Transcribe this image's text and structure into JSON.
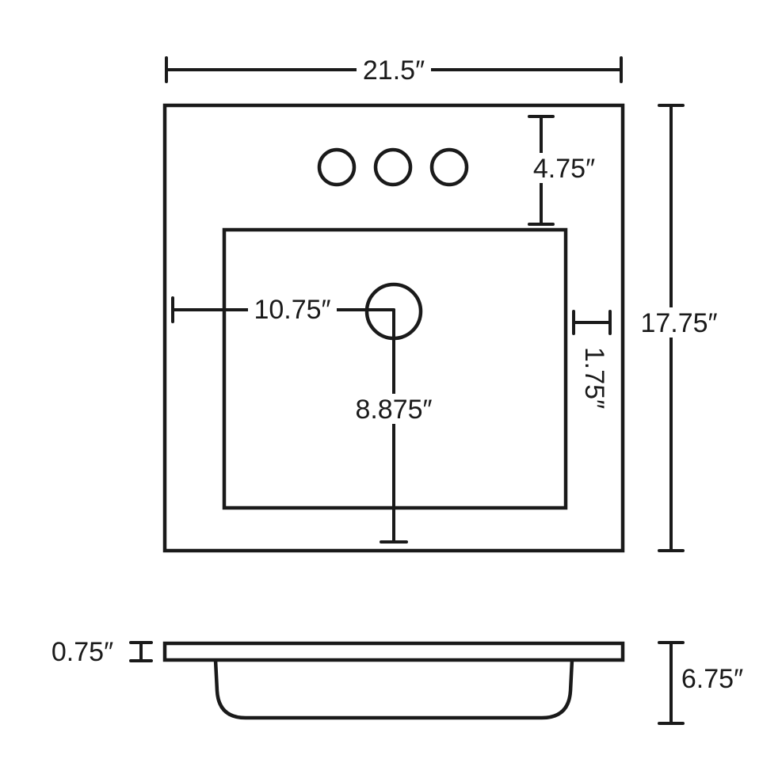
{
  "colors": {
    "line": "#1a1a1a",
    "background": "#ffffff"
  },
  "top_view": {
    "overall_width": "21.5″",
    "overall_depth": "17.75″",
    "faucet_hole_offset": "4.75″",
    "drain_center_from_left": "10.75″",
    "drain_center_from_bottom": "8.875″",
    "basin_to_edge": "1.75″"
  },
  "side_view": {
    "deck_thickness": "0.75″",
    "overall_height": "6.75″"
  }
}
